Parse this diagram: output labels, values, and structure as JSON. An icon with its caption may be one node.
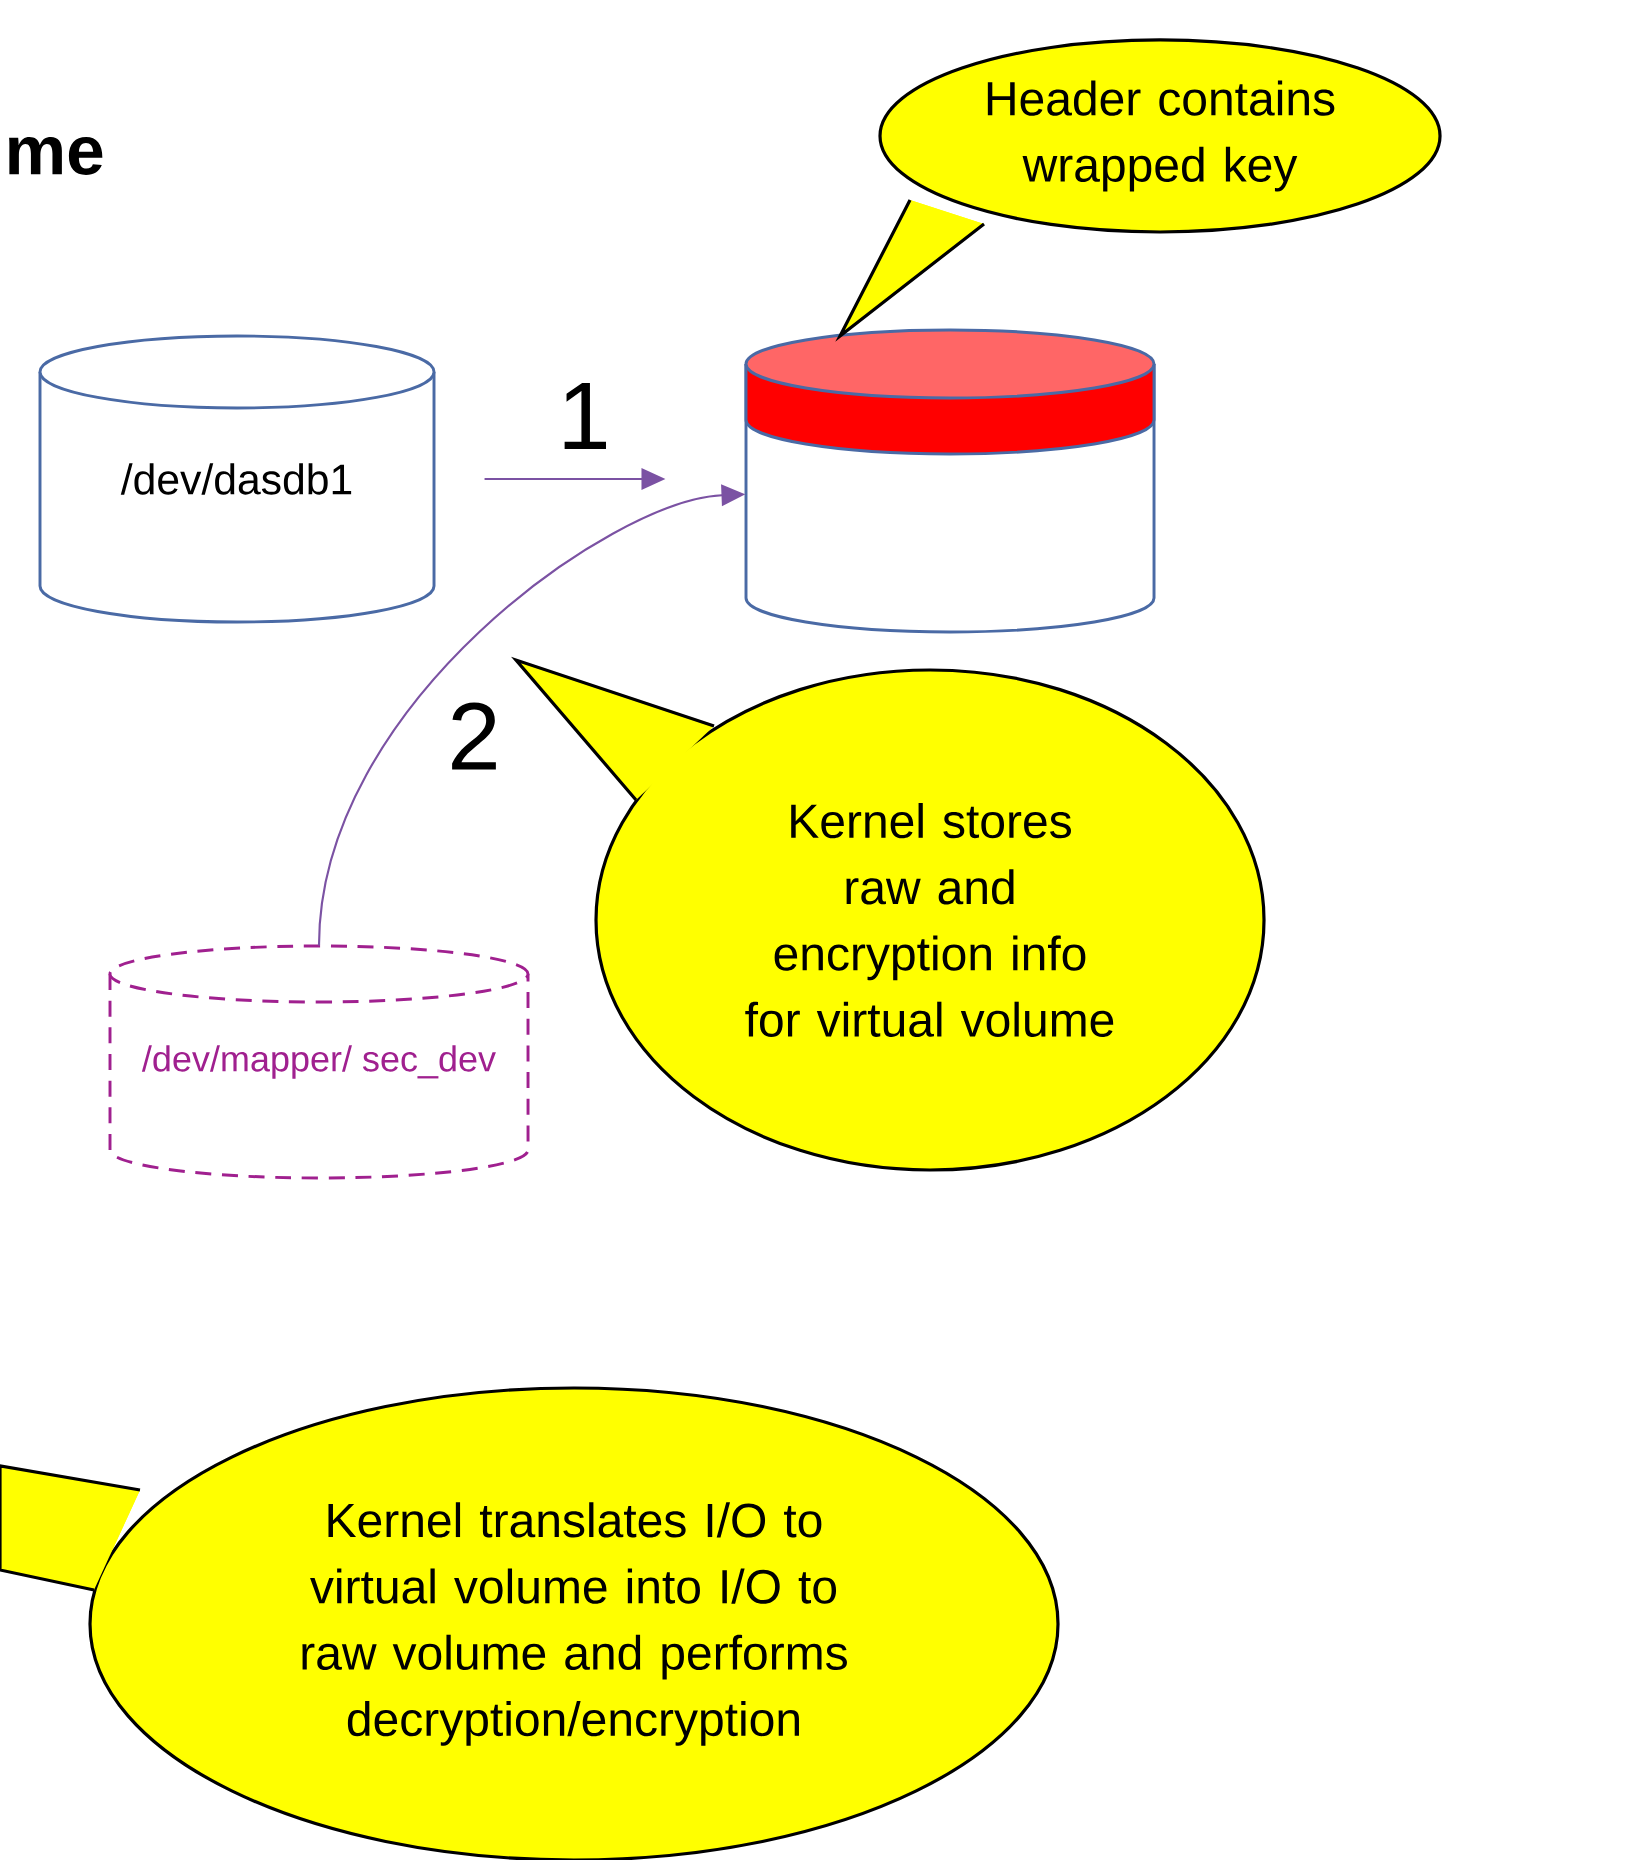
{
  "diagram": {
    "title": "me",
    "nodes": [
      {
        "text": [
          "/dev/dasdb1"
        ]
      },
      {
        "text": [],
        "shape": "cylinder"
      },
      {
        "text": [
          "/dev/mapper/ sec_dev"
        ]
      },
      {
        "text": [
          "Header contains wrapped key"
        ]
      },
      {
        "text": [
          "Kernel stores raw and encryption info for virtual volume"
        ]
      },
      {
        "text": [
          "Kernel translates I/O to virtual volume into I/O to raw volume and performs decryption/encryption"
        ]
      }
    ],
    "edges": [
      {
        "from": 0,
        "to": 1,
        "arrow": "to",
        "label": "1"
      },
      {
        "from": 2,
        "to": 1,
        "arrow": "to",
        "label": "2"
      }
    ]
  }
}
